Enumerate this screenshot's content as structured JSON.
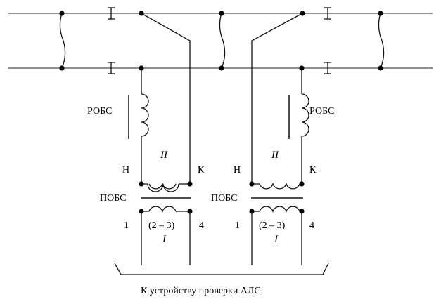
{
  "labels": {
    "robs_left": "РОБС",
    "robs_right": "РОБС",
    "pobs_left": "ПОБС",
    "pobs_right": "ПОБС",
    "winding_ii_left": "II",
    "winding_ii_right": "II",
    "winding_i_left": "I",
    "winding_i_right": "I",
    "n_left": "Н",
    "k_left": "К",
    "n_right": "Н",
    "k_right": "К",
    "pin1_left": "1",
    "pin4_left": "4",
    "pin1_right": "1",
    "pin4_right": "4",
    "ratio_left": "(2 – 3)",
    "ratio_right": "(2 – 3)",
    "caption": "К устройству проверки АЛС"
  }
}
